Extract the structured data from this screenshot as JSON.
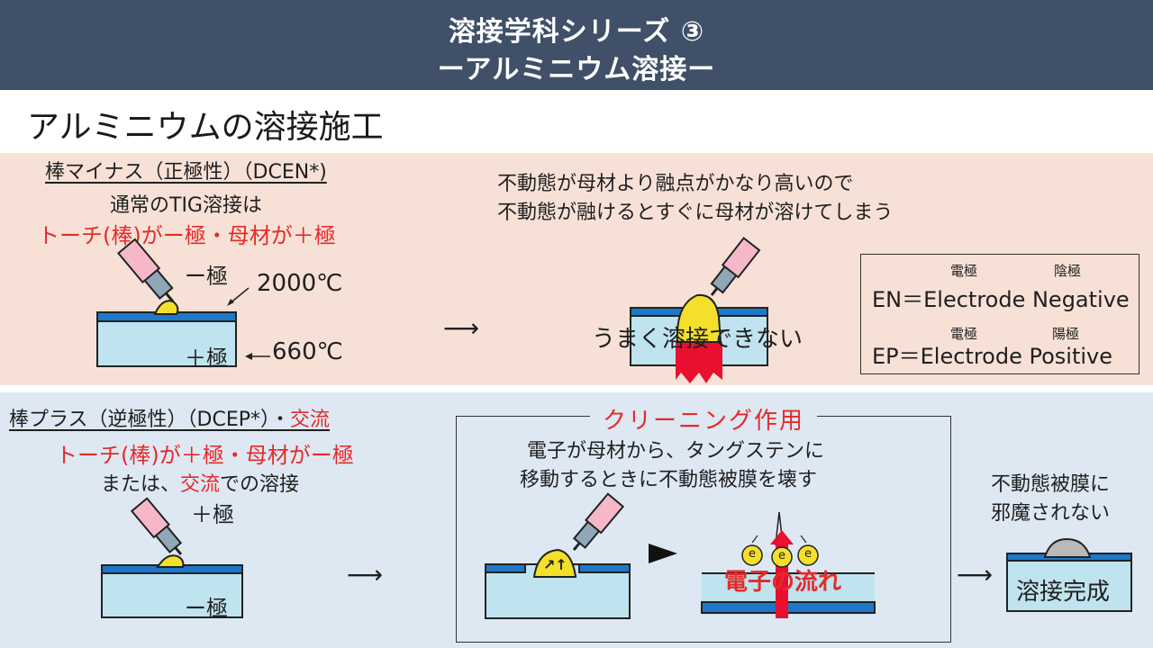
{
  "header": {
    "line1": "溶接学科シリーズ ③",
    "line2": "ーアルミニウム溶接ー"
  },
  "page_title": "アルミニウムの溶接施工",
  "top": {
    "heading": "棒マイナス（正極性）（DCEN*)",
    "line1": "通常のTIG溶接は",
    "line2_red": "トーチ(棒)がー極・母材が＋極",
    "minus_pole": "ー極",
    "temp_high": "2000℃",
    "plus_pole": "＋極",
    "temp_low": "660℃",
    "desc1": "不動態が母材より融点がかなり高いので",
    "desc2": "不動態が融けるとすぐに母材が溶けてしまう",
    "result": "うまく溶接できない",
    "arrow": "⟶"
  },
  "legend": {
    "en_label_electrode": "電極",
    "en_label_negative": "陰極",
    "en_text": "EN＝Electrode  Negative",
    "ep_label_electrode": "電極",
    "ep_label_positive": "陽極",
    "ep_text": "EP＝Electrode  Positive"
  },
  "bottom": {
    "heading_pre": "棒プラス（逆極性）（DCEP*）・",
    "heading_red": "交流",
    "line1_red": "トーチ(棒)が＋極・母材がー極",
    "line2_pre": "または、",
    "line2_red": "交流",
    "line2_post": "での溶接",
    "plus_pole": "＋極",
    "minus_pole": "ー極",
    "arrow": "⟶",
    "cleaning_title": "クリーニング作用",
    "cleaning_desc1": "電子が母材から、タングステンに",
    "cleaning_desc2": "移動するときに不動態被膜を壊す",
    "electron_flow": "電子の流れ",
    "electron_label": "e",
    "arc_mark": "↗↑",
    "arrow2": "⟶",
    "result1": "不動態被膜に",
    "result2": "邪魔されない",
    "complete": "溶接完成"
  },
  "colors": {
    "header_bg": "#3f5068",
    "top_bg": "#f7e1d6",
    "bottom_bg": "#dde8f3",
    "accent_red": "#e52a2a",
    "metal_blue": "#bfe3ef",
    "metal_edge": "#1e78c8",
    "torch_pink": "#f6b8c8",
    "bead_yellow": "#f4df2a"
  }
}
